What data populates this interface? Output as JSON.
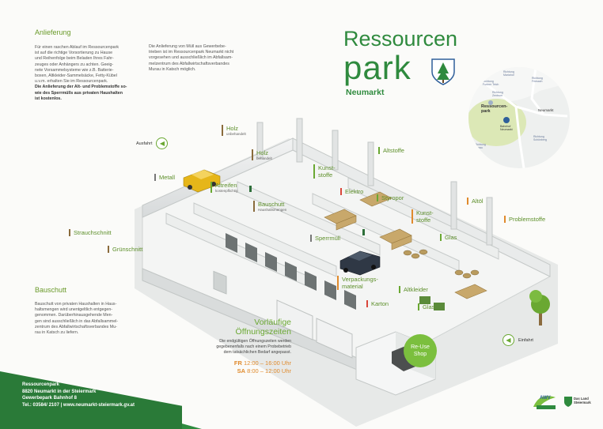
{
  "left": {
    "anlieferung": {
      "heading": "Anlieferung",
      "lines": [
        "Für einen raschen Ablauf im Ressourcenpark",
        "ist auf die richtige Vorsortierung zu Hause",
        "und Reihenfolge beim Beladen Ihres Fahr-",
        "zeuges oder Anhängers zu achten. Geeig-",
        "nete Vorsammelsysteme wie z.B. Batterie-",
        "boxen, Altkleider-Sammelsäcke, Fetty-Kübel",
        "u.v.m. erhalten Sie im Ressourcenpark."
      ],
      "bold_lines": [
        "Die Anlieferung der Alt- und Problemstoffe so-",
        "wie des Sperrmülls aus privaten Haushalten",
        "ist kostenlos."
      ]
    },
    "bauschutt": {
      "heading": "Bauschutt",
      "lines": [
        "Bauschutt von privaten Haushalten in Haus-",
        "haltsmengen wird unentgeltlich entgegen-",
        "genommen. Darüberhinausgehende Men-",
        "gen sind ausschließlich in das Abfallsammel-",
        "zentrum des Abfallwirtschaftsverbandes Mu-",
        "rau in Katsch zu liefern."
      ]
    },
    "footer": {
      "lines": [
        "Ressourcenpark",
        "8820 Neumarkt in der Steiermark",
        "Gewerbepark Bahnhof 8",
        "Tel.: 03584/ 2107 | www.neumarkt-steiermark.gv.at"
      ]
    }
  },
  "middle": {
    "muell_text": [
      "Die Anlieferung von Müll aus Gewerbebe-",
      "trieben ist im Ressourcenpark Neumarkt nicht",
      "vorgesehen und ausschließlich im Abfallsam-",
      "melzentrum des Abfallwirtschaftsverbandes",
      "Murau in Katsch möglich."
    ],
    "opening": {
      "heading_1": "Vorläufige",
      "heading_2": "Öffnungszeiten",
      "note_1": "Die endgültigen Öffnungszeiten werden",
      "note_2": "gegebenenfalls nach einem Probebetrieb",
      "note_3": "dem tatsächlichen Bedarf angepasst.",
      "fr_day": "FR",
      "fr_time": "12:00 – 16:00 Uhr",
      "sa_day": "SA",
      "sa_time": "8:00 – 12:00 Uhr"
    }
  },
  "brand": {
    "title_1": "Ressourcen",
    "title_2": "park",
    "subtitle": "Neumarkt"
  },
  "map": {
    "labels": {
      "site": "Ressourcen-\npark",
      "bahnhof": "Bahnhof\nNeumarkt",
      "neumarkt": "Neumarkt",
      "r1": "Richtung\nMariahof",
      "r2": "Richtung\nFurtner Teich",
      "r3": "Richtung\nZentrum",
      "r4": "Richtung\nFriesach",
      "r5": "Richtung\nSchönberg",
      "r6": "Richtung\nMurau"
    }
  },
  "stations": {
    "ausfahrt": "Ausfahrt",
    "einfahrt": "Einfahrt",
    "holz_un": "Holz",
    "holz_un_sub": "unbehandelt",
    "holz_be": "Holz",
    "holz_be_sub": "behandelt",
    "metall": "Metall",
    "altreifen": "Altreifen",
    "altreifen_sub": "kostenpflichtig",
    "bauschutt": "Bauschutt",
    "bauschutt_sub": "Haushaltsmengen",
    "kunststoffe1": "Kunst-\nstoffe",
    "altstoffe": "Altstoffe",
    "elektro": "Elektro",
    "styropor": "Styropor",
    "kunststoffe2": "Kunst-\nstoffe",
    "altoel": "Altöl",
    "problemstoffe": "Problemstoffe",
    "strauchschnitt": "Strauchschnitt",
    "gruenschnitt": "Grünschnitt",
    "sperrmuell": "Sperrmüll",
    "glas1": "Glas",
    "verpackung": "Verpackungs-\nmaterial",
    "altkleider": "Altkleider",
    "karton": "Karton",
    "glas2": "Glas",
    "reuse_1": "Re-Use",
    "reuse_2": "Shop"
  },
  "logos": {
    "awv": "AWV",
    "land_1": "Das Land",
    "land_2": "Steiermark"
  },
  "colors": {
    "brand_green": "#2f8a3e",
    "accent_green": "#6aa832",
    "orange": "#e08a2c",
    "red": "#d9463a"
  }
}
